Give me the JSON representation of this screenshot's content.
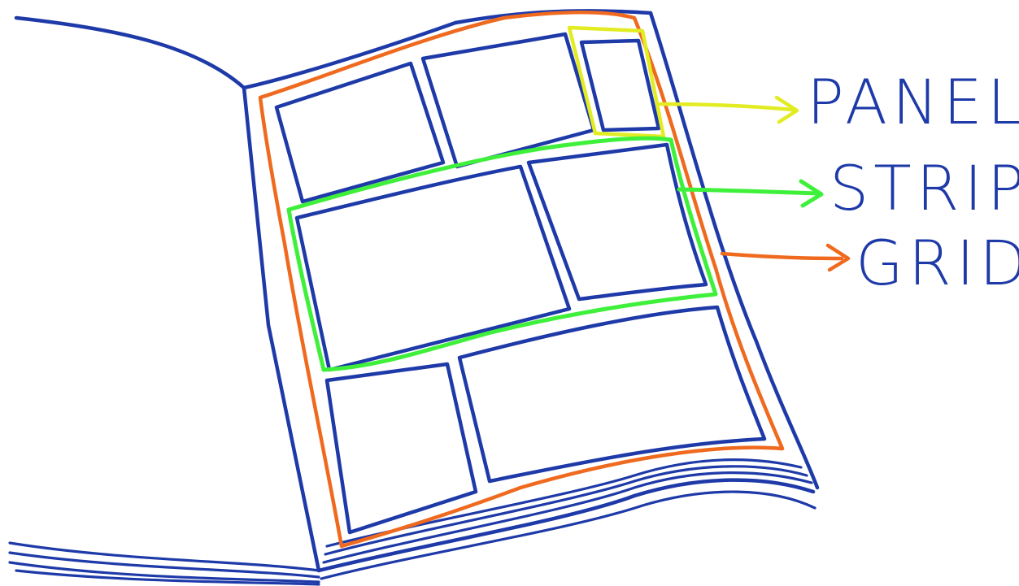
{
  "labels": {
    "panel": "PANEL",
    "strip": "STRIP",
    "grid": "GRID"
  },
  "colors": {
    "ink": "#1e3aa8",
    "grid": "#ef6a1f",
    "panel": "#e2ec22",
    "strip": "#3ff03a",
    "background": "#ffffff"
  }
}
